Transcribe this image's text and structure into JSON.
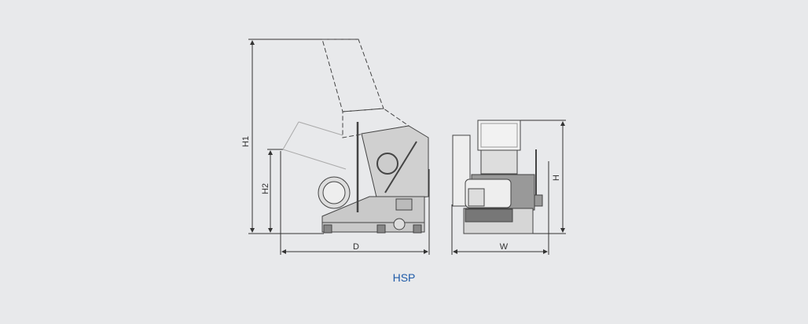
{
  "drawing": {
    "caption": "HSP",
    "dimension_labels": {
      "H1": "H1",
      "H2": "H2",
      "D": "D",
      "W": "W",
      "H": "H"
    },
    "colors": {
      "background": "#e8e9eb",
      "caption": "#1f5ba8",
      "lines": "#333333",
      "machine_fill": "#c9c9c9"
    }
  }
}
